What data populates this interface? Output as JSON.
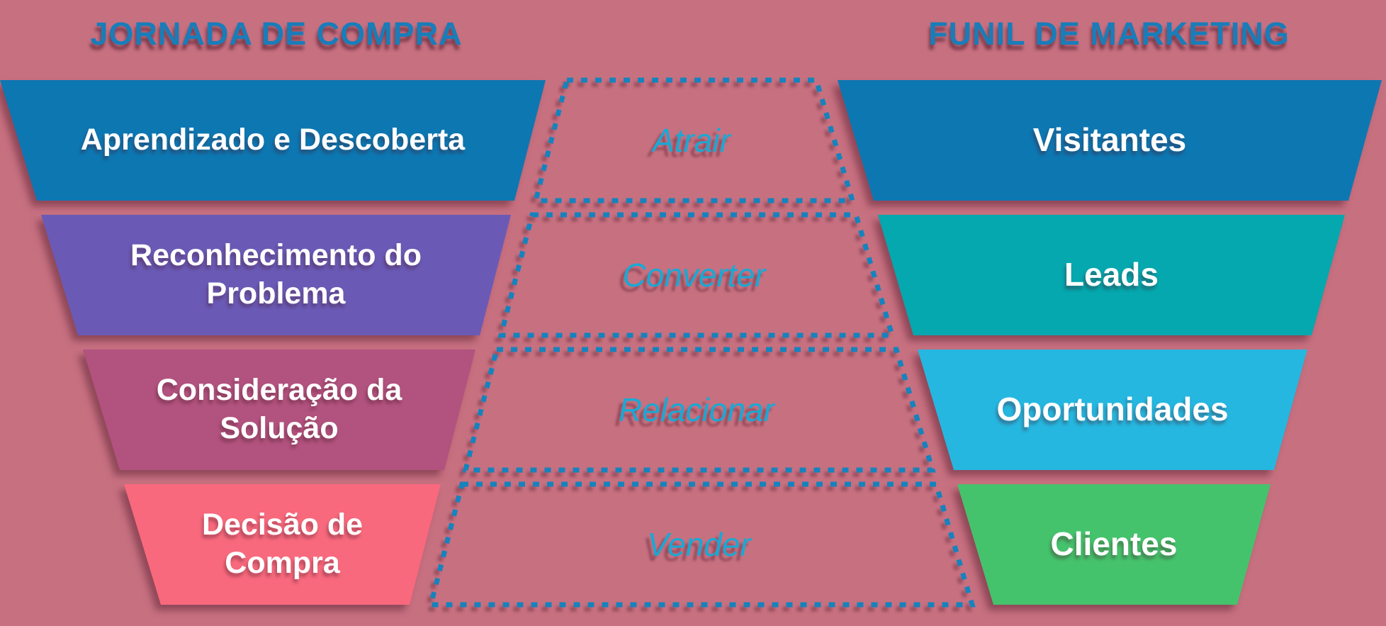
{
  "diagram": {
    "background_color": "#c77080",
    "left_column": {
      "header": "JORNADA DE COMPRA",
      "stages": [
        {
          "label": "Aprendizado e Descoberta",
          "lines": [
            "Aprendizado e Descoberta"
          ],
          "color": "#0d77b2"
        },
        {
          "label": "Reconhecimento do Problema",
          "lines": [
            "Reconhecimento do",
            "Problema"
          ],
          "color": "#6a5ab6"
        },
        {
          "label": "Consideração da Solução",
          "lines": [
            "Consideração da",
            "Solução"
          ],
          "color": "#b2527e"
        },
        {
          "label": "Decisão de Compra",
          "lines": [
            "Decisão de",
            "Compra"
          ],
          "color": "#f8697d"
        }
      ]
    },
    "middle_column": {
      "dash_color": "#1583bd",
      "stages": [
        {
          "label": "Atrair"
        },
        {
          "label": "Converter"
        },
        {
          "label": "Relacionar"
        },
        {
          "label": "Vender"
        }
      ]
    },
    "right_column": {
      "header": "FUNIL DE MARKETING",
      "stages": [
        {
          "label": "Visitantes",
          "color": "#0d77b2"
        },
        {
          "label": "Leads",
          "color": "#04a8ae"
        },
        {
          "label": "Oportunidades",
          "color": "#25b7e0"
        },
        {
          "label": "Clientes",
          "color": "#45c36c"
        }
      ]
    },
    "text_colors": {
      "header": "#197db9",
      "middle_label": "#18a9d4",
      "stage_label": "#ffffff"
    }
  }
}
